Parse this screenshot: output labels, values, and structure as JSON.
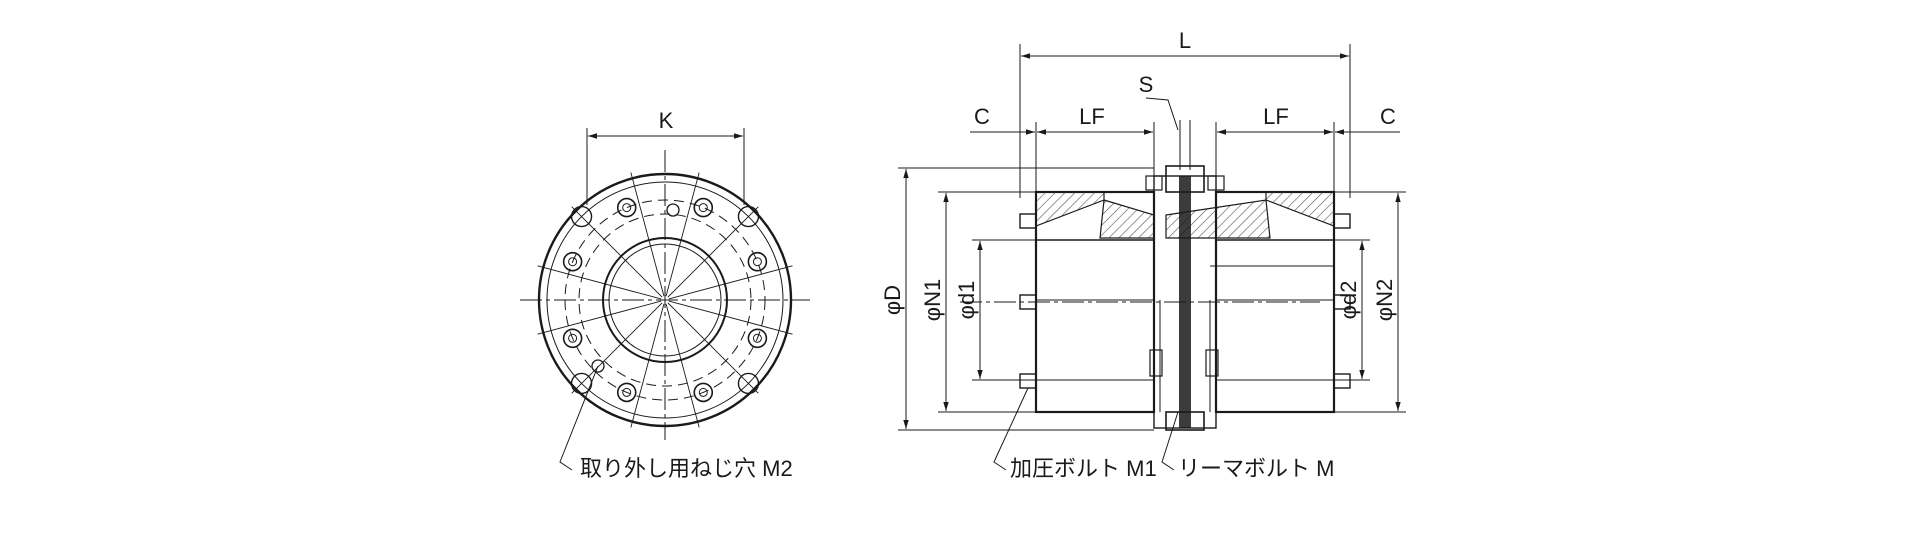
{
  "front_view": {
    "dimension_K": "K",
    "callout_m2": "取り外し用ねじ穴 M2"
  },
  "side_view": {
    "dimension_L": "L",
    "dimension_S": "S",
    "dimension_C_left": "C",
    "dimension_LF_left": "LF",
    "dimension_LF_right": "LF",
    "dimension_C_right": "C",
    "dimension_D": "φD",
    "dimension_N1": "φN1",
    "dimension_d1": "φd1",
    "dimension_d2": "φd2",
    "dimension_N2": "φN2",
    "callout_m1": "加圧ボルト M1",
    "callout_m": "リーマボルト M"
  },
  "colors": {
    "line": "#1a1a1a",
    "hatch": "#555555",
    "background": "#ffffff"
  }
}
